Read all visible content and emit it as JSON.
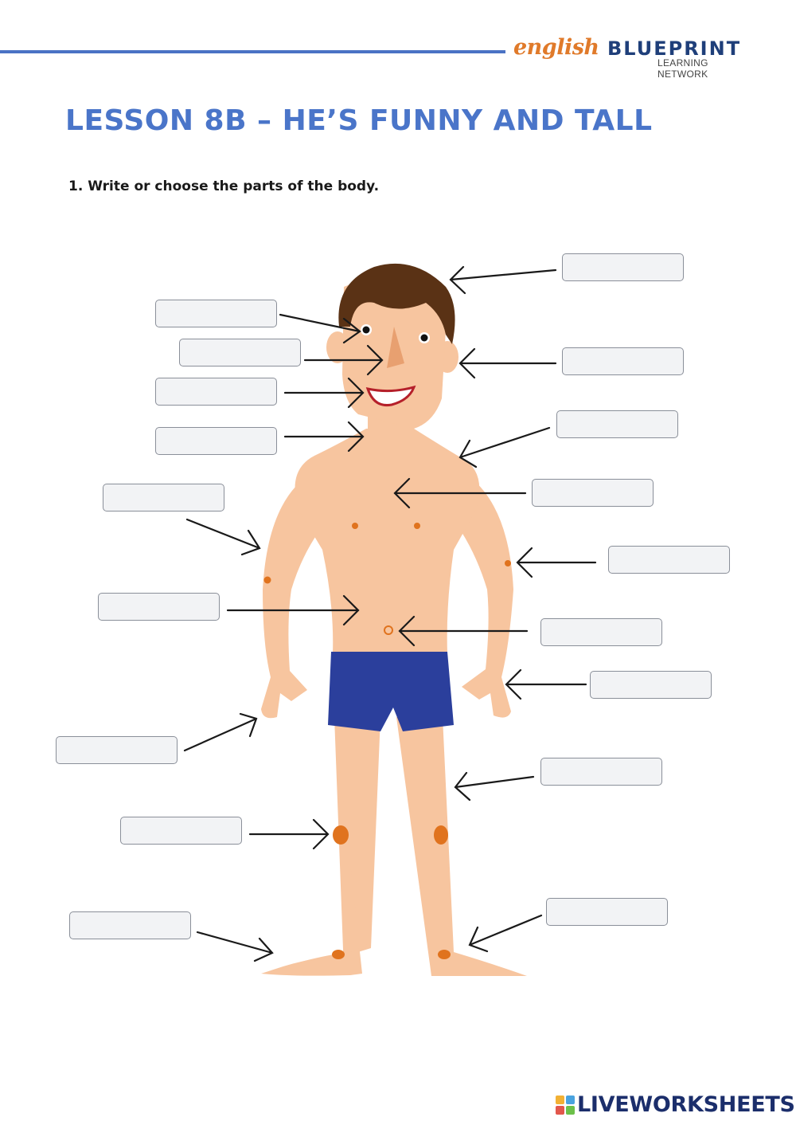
{
  "header": {
    "brand_script": "english",
    "brand_caps": "BLUEPRINT",
    "brand_sub": "LEARNING NETWORK"
  },
  "title": "LESSON 8B – HE’S FUNNY AND TALL",
  "instruction": "1. Write or choose the parts of the body.",
  "answer_boxes": [
    {
      "id": "hair",
      "value": ""
    },
    {
      "id": "eye",
      "value": ""
    },
    {
      "id": "nose",
      "value": ""
    },
    {
      "id": "ear",
      "value": ""
    },
    {
      "id": "mouth",
      "value": ""
    },
    {
      "id": "neck",
      "value": ""
    },
    {
      "id": "shoulder",
      "value": ""
    },
    {
      "id": "chest",
      "value": ""
    },
    {
      "id": "arm",
      "value": ""
    },
    {
      "id": "elbow",
      "value": ""
    },
    {
      "id": "stomach",
      "value": ""
    },
    {
      "id": "belly-button",
      "value": ""
    },
    {
      "id": "fingers",
      "value": ""
    },
    {
      "id": "hand",
      "value": ""
    },
    {
      "id": "leg",
      "value": ""
    },
    {
      "id": "knee",
      "value": ""
    },
    {
      "id": "foot",
      "value": ""
    },
    {
      "id": "ankle",
      "value": ""
    }
  ],
  "footer": {
    "logo_text": "LIVEWORKSHEETS"
  },
  "colors": {
    "title_blue": "#4a75c9",
    "skin": "#f7c59f",
    "hair": "#5a3215",
    "shorts": "#2b3f9c",
    "dots": "#e0731e"
  }
}
